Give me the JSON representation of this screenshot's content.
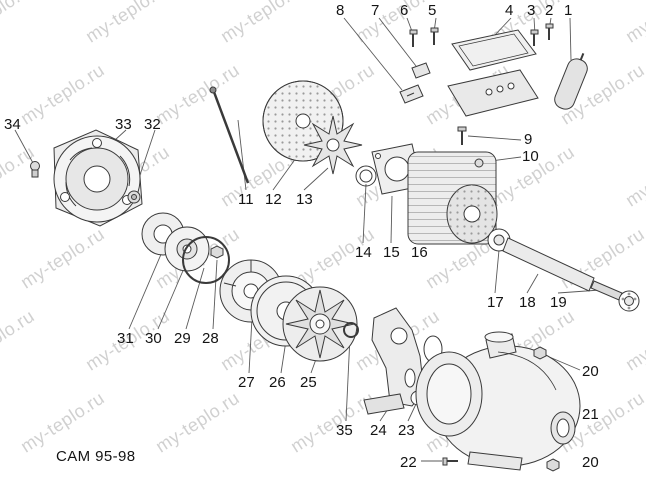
{
  "diagram": {
    "model_label": "CAM 95-98",
    "watermark": "my-teplo.ru",
    "part_numbers": [
      "1",
      "2",
      "3",
      "4",
      "5",
      "6",
      "7",
      "8",
      "9",
      "10",
      "11",
      "12",
      "13",
      "14",
      "15",
      "16",
      "17",
      "18",
      "19",
      "20",
      "21",
      "22",
      "23",
      "24",
      "25",
      "26",
      "27",
      "28",
      "29",
      "30",
      "31",
      "32",
      "33",
      "34",
      "35"
    ]
  }
}
